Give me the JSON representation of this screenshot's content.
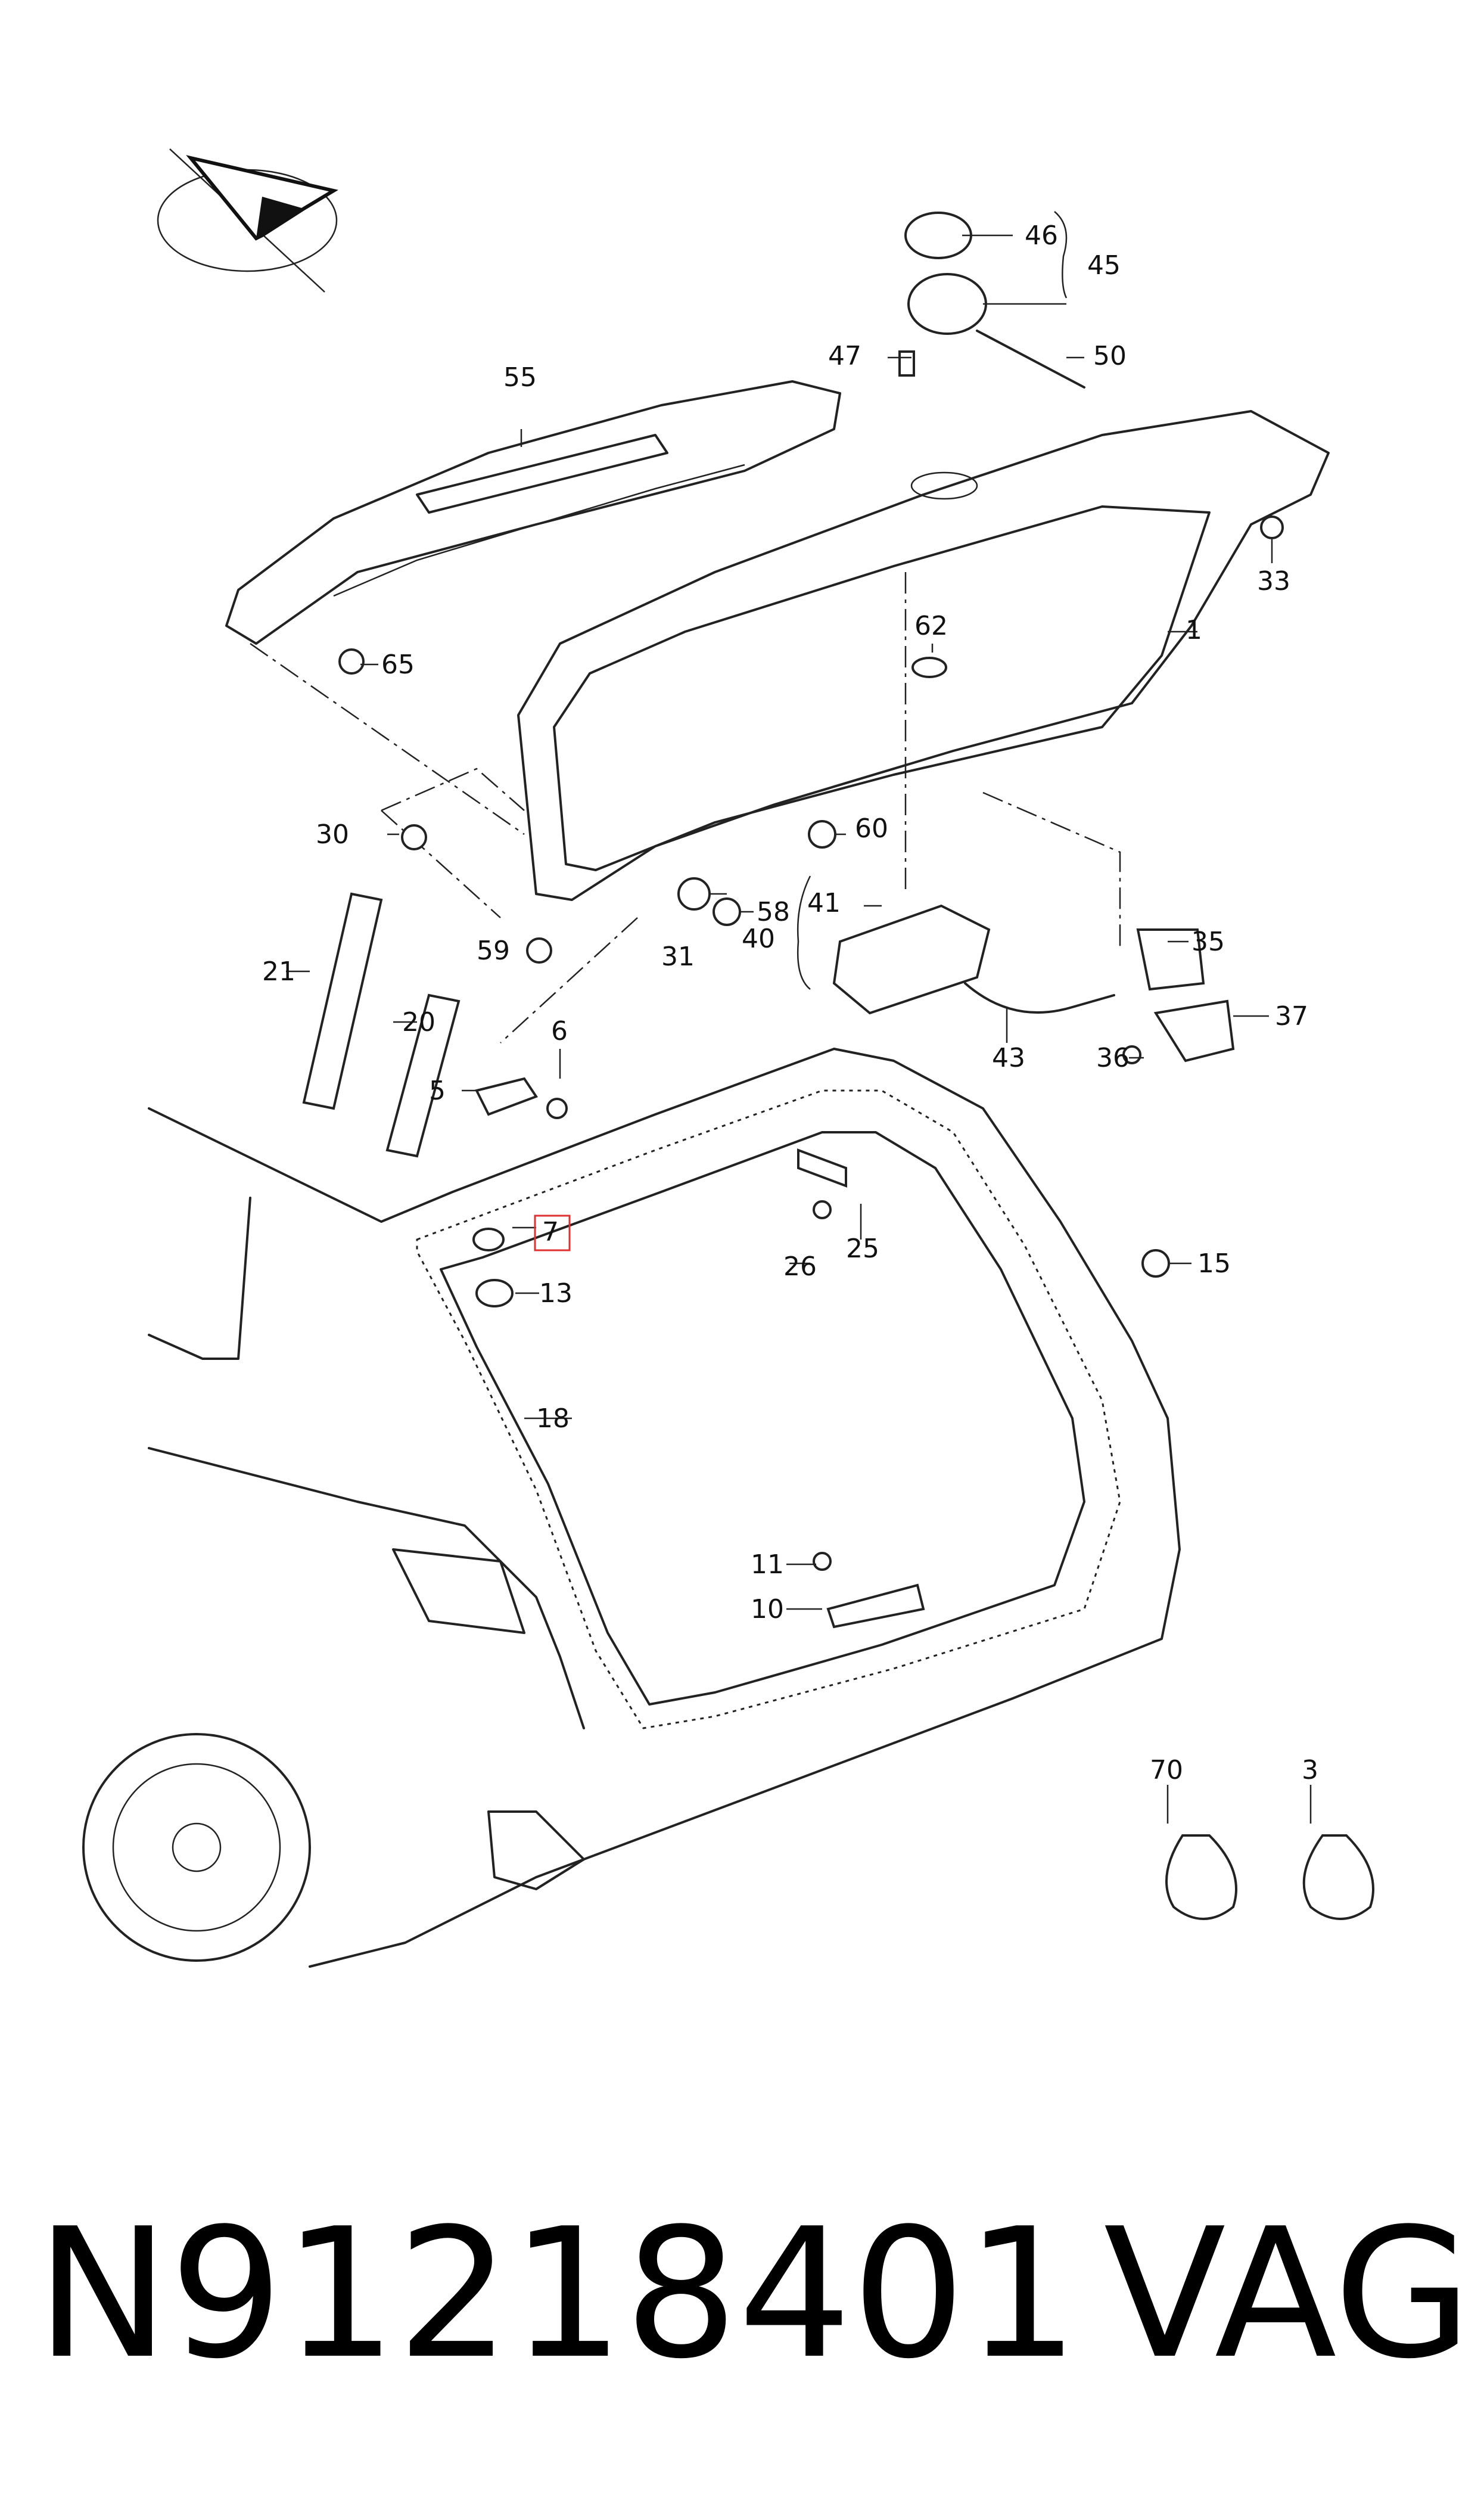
{
  "callouts": {
    "c1": "1",
    "c3": "3",
    "c5": "5",
    "c6": "6",
    "c7": "7",
    "c10": "10",
    "c11": "11",
    "c13": "13",
    "c15": "15",
    "c18": "18",
    "c20": "20",
    "c21": "21",
    "c25": "25",
    "c26": "26",
    "c30": "30",
    "c31": "31",
    "c33": "33",
    "c35": "35",
    "c36": "36",
    "c37": "37",
    "c40": "40",
    "c41": "41",
    "c43": "43",
    "c45": "45",
    "c46": "46",
    "c47": "47",
    "c50": "50",
    "c55": "55",
    "c58": "58",
    "c59": "59",
    "c60": "60",
    "c62": "62",
    "c65": "65",
    "c70": "70"
  },
  "highlighted_callout": "7",
  "highlight_color": "#e03030",
  "footer": {
    "part_number": "N91218401",
    "brand": "VAG"
  },
  "icons": {
    "orientation": "direction-arrow-icon"
  }
}
